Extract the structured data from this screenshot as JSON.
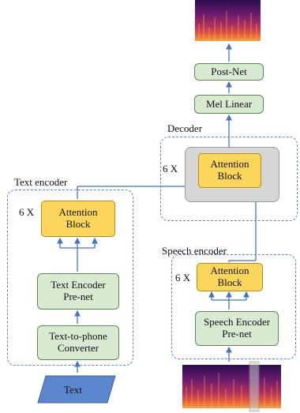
{
  "labels": {
    "decoder": "Decoder",
    "text_encoder": "Text encoder",
    "speech_encoder": "Speech encoder",
    "repeat_decoder": "6 X",
    "repeat_text": "6 X",
    "repeat_speech": "6 X"
  },
  "boxes": {
    "post_net": "Post-Net",
    "mel_linear": "Mel Linear",
    "decoder_attention_l1": "Attention",
    "decoder_attention_l2": "Block",
    "text_attention_l1": "Attention",
    "text_attention_l2": "Block",
    "text_prenet_l1": "Text Encoder",
    "text_prenet_l2": "Pre-net",
    "ttp_l1": "Text-to-phone",
    "ttp_l2": "Converter",
    "speech_attention_l1": "Attention",
    "speech_attention_l2": "Block",
    "speech_prenet_l1": "Speech Encoder",
    "speech_prenet_l2": "Pre-net",
    "text_input": "Text"
  },
  "images": {
    "output_spectrogram": "spectrogram",
    "input_spectrogram": "spectrogram"
  },
  "colors": {
    "arrow": "#4472c4",
    "green_fill": "#d9ead3",
    "yellow_fill": "#fbd65a",
    "text_input_fill": "#5b88cc"
  }
}
